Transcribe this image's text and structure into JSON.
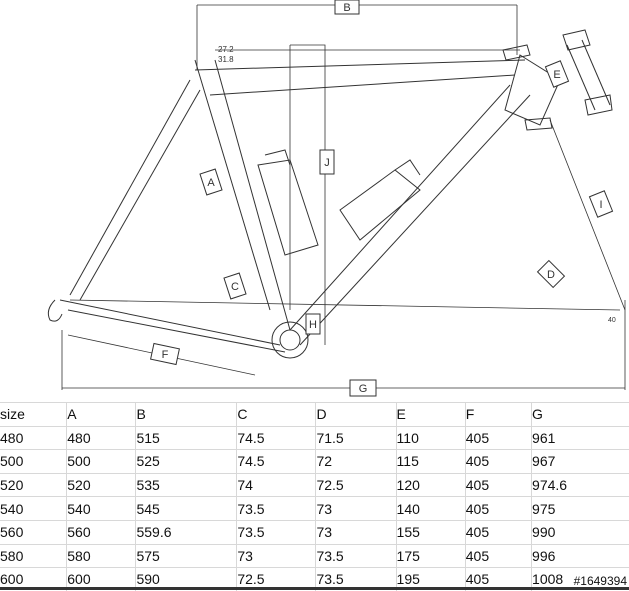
{
  "diagram": {
    "dimension_labels": {
      "A": "A",
      "B": "B",
      "C": "C",
      "D": "D",
      "E": "E",
      "F": "F",
      "G": "G",
      "H": "H",
      "I": "I",
      "J": "J"
    },
    "seatpost_sizes": [
      "27.2",
      "31.8"
    ],
    "dropout_note": "40"
  },
  "table": {
    "headers": [
      "size",
      "A",
      "B",
      "C",
      "D",
      "E",
      "F",
      "G"
    ],
    "rows": [
      [
        "480",
        "480",
        "515",
        "74.5",
        "71.5",
        "110",
        "405",
        "961"
      ],
      [
        "500",
        "500",
        "525",
        "74.5",
        "72",
        "115",
        "405",
        "967"
      ],
      [
        "520",
        "520",
        "535",
        "74",
        "72.5",
        "120",
        "405",
        "974.6"
      ],
      [
        "540",
        "540",
        "545",
        "73.5",
        "73",
        "140",
        "405",
        "975"
      ],
      [
        "560",
        "560",
        "559.6",
        "73.5",
        "73",
        "155",
        "405",
        "990"
      ],
      [
        "580",
        "580",
        "575",
        "73",
        "73.5",
        "175",
        "405",
        "996"
      ],
      [
        "600",
        "600",
        "590",
        "72.5",
        "73.5",
        "195",
        "405",
        "1008"
      ]
    ]
  },
  "watermark": "#1649394"
}
